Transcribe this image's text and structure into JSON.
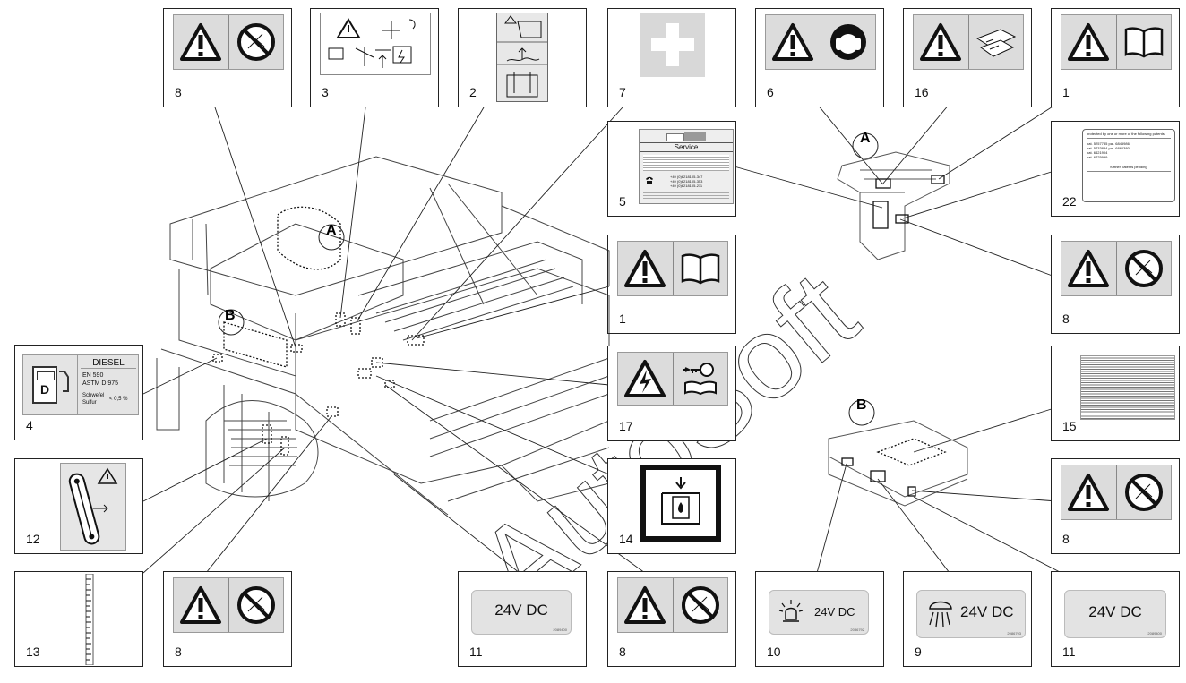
{
  "cards": {
    "c8a": {
      "num": "8"
    },
    "c3": {
      "num": "3"
    },
    "c2": {
      "num": "2"
    },
    "c7": {
      "num": "7"
    },
    "c6": {
      "num": "6"
    },
    "c16": {
      "num": "16"
    },
    "c1a": {
      "num": "1"
    },
    "c5": {
      "num": "5",
      "title": "Service",
      "numbers": [
        "+49 (0)6218105-347",
        "+49 (0)6218105-353",
        "+49 (0)6218105-211"
      ]
    },
    "c22": {
      "num": "22",
      "head": "protected by one or more of the following patents",
      "patents": [
        "pat. 5257785   pat. 6845986",
        "pat. 5733834   pat. 6860380",
        "pat. 6421904",
        "pat. 6725999"
      ],
      "foot": "further patents pending"
    },
    "c1b": {
      "num": "1"
    },
    "c8b": {
      "num": "8"
    },
    "c4": {
      "num": "4",
      "fuel": "DIESEL",
      "norm1": "EN 590",
      "norm2": "ASTM D 975",
      "s1": "Schwefel",
      "s2": "Sulfur",
      "pct": "< 0,5 %",
      "d": "D"
    },
    "c17": {
      "num": "17"
    },
    "c15": {
      "num": "15"
    },
    "c12": {
      "num": "12"
    },
    "c14": {
      "num": "14"
    },
    "c8c": {
      "num": "8"
    },
    "c13": {
      "num": "13"
    },
    "c8d": {
      "num": "8"
    },
    "c11a": {
      "num": "11",
      "text": "24V DC",
      "code": "2089400"
    },
    "c8e": {
      "num": "8"
    },
    "c10": {
      "num": "10",
      "text": "24V DC",
      "code": "2086792"
    },
    "c9": {
      "num": "9",
      "text": "24V DC",
      "code": "2086793"
    },
    "c11b": {
      "num": "11",
      "text": "24V DC",
      "code": "2089400"
    }
  },
  "callouts": {
    "A1": "A",
    "B1": "B",
    "A2": "A",
    "B2": "B"
  },
  "watermark": "AutoSoft"
}
